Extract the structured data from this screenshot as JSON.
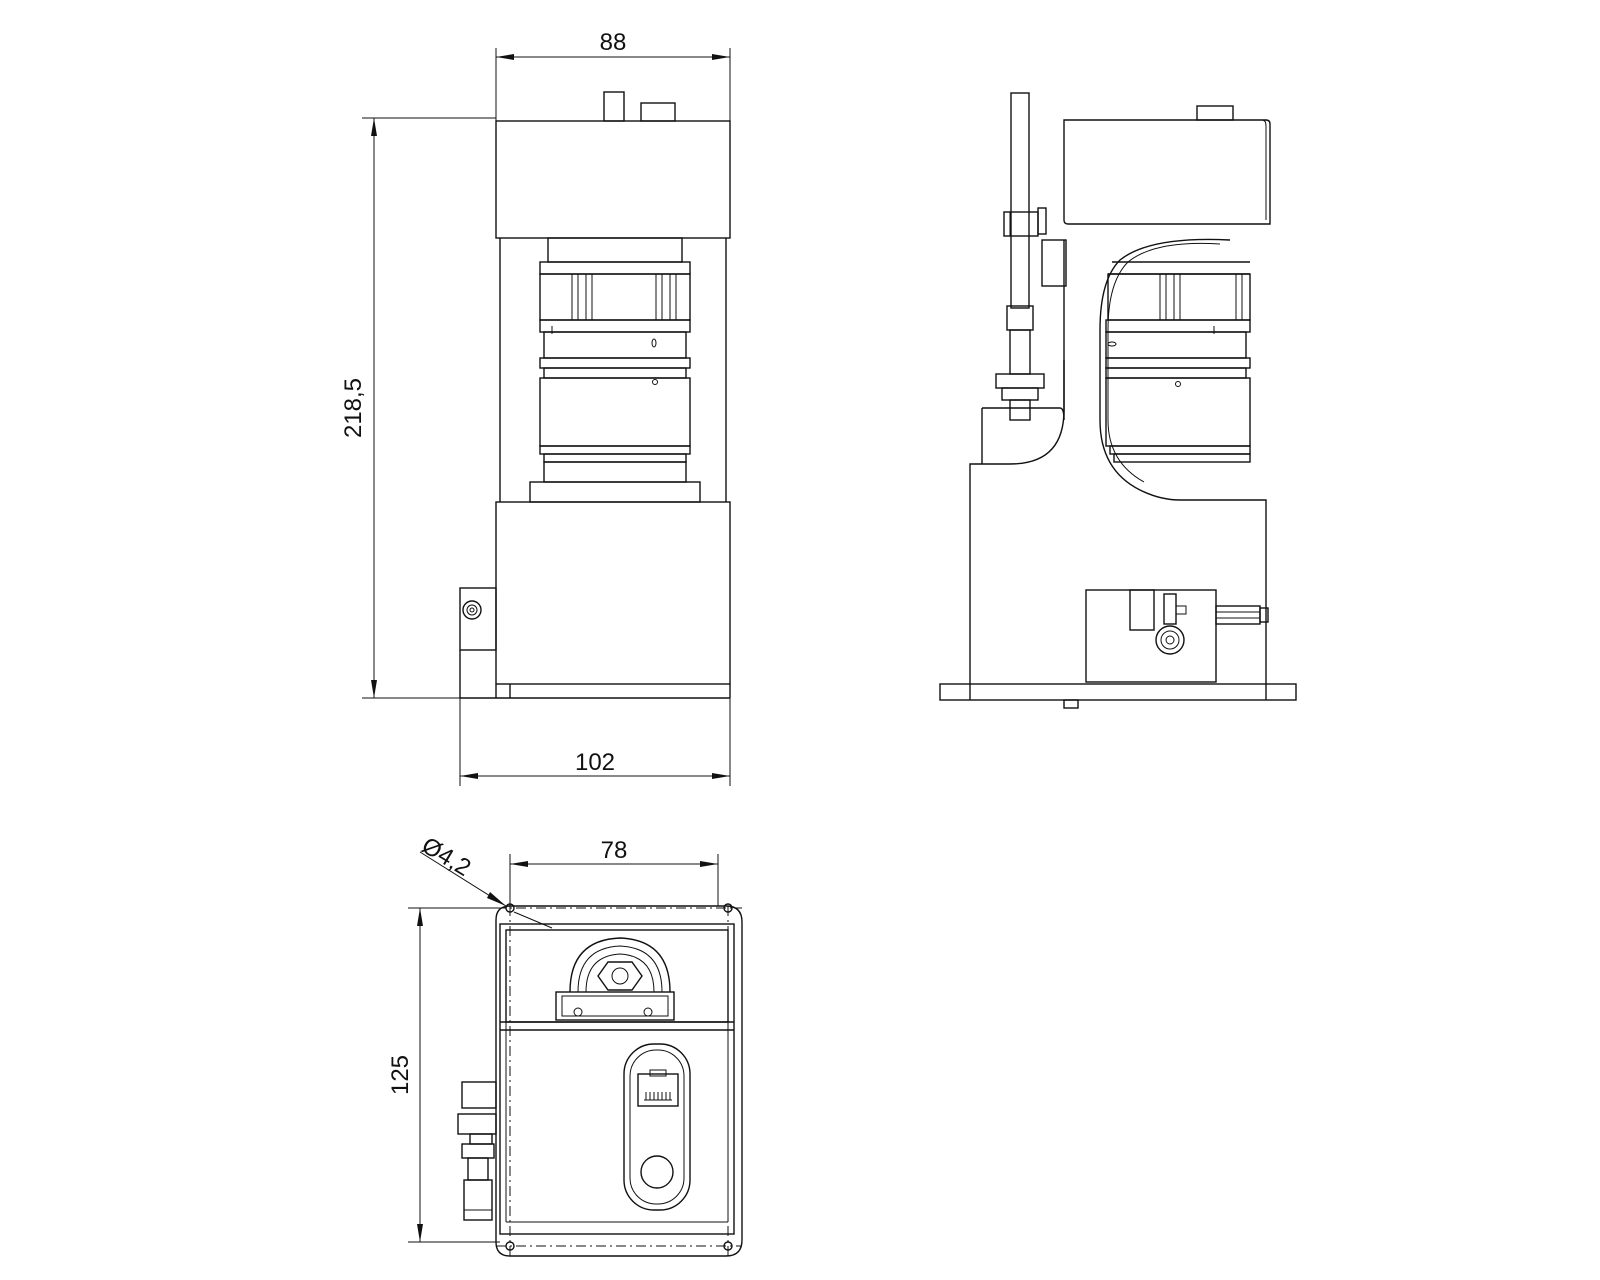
{
  "dimensions": {
    "front_width": "88",
    "front_height": "218,5",
    "base_width": "102",
    "bottom_width": "78",
    "bottom_height": "125",
    "hole_diameter": "Ø4,2"
  },
  "colors": {
    "line": "#111111",
    "background": "#ffffff"
  }
}
